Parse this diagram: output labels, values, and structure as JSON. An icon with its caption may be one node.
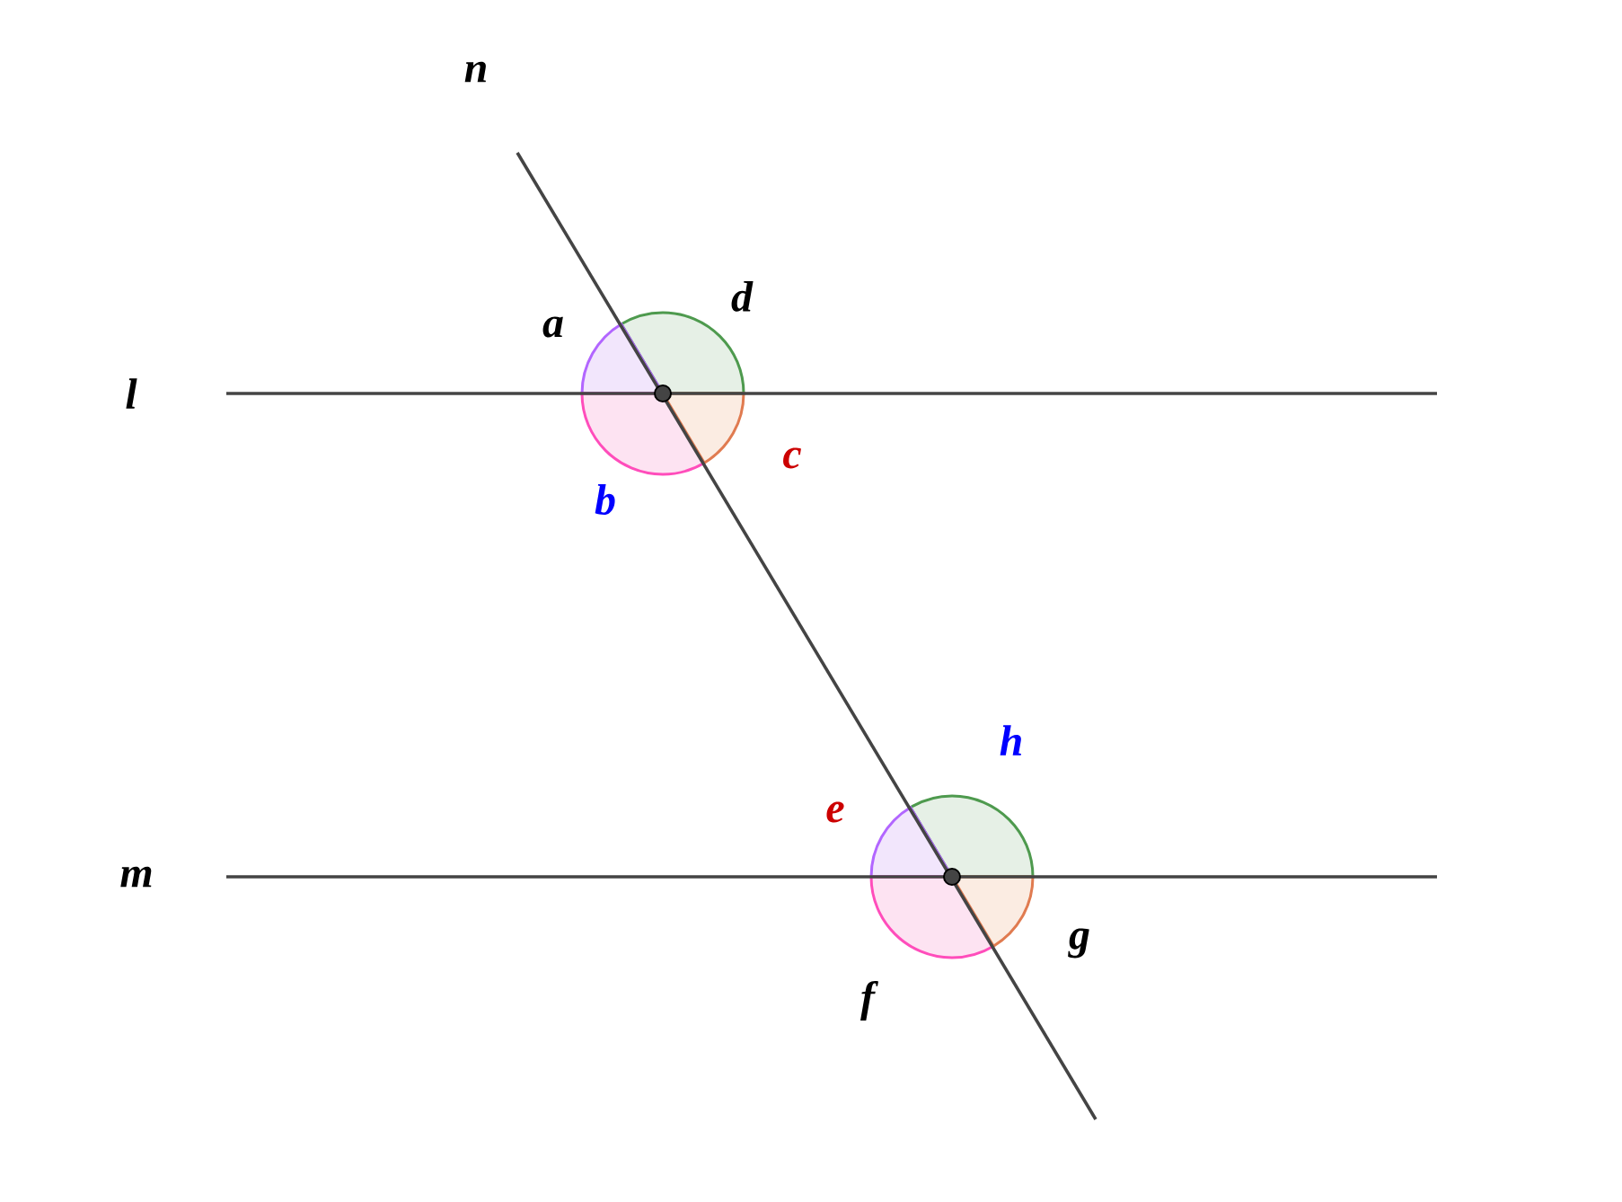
{
  "diagram": {
    "labels": [
      "n",
      "d",
      "a",
      "l",
      "c",
      "b",
      "h",
      "e",
      "m",
      "g",
      "f"
    ]
  }
}
